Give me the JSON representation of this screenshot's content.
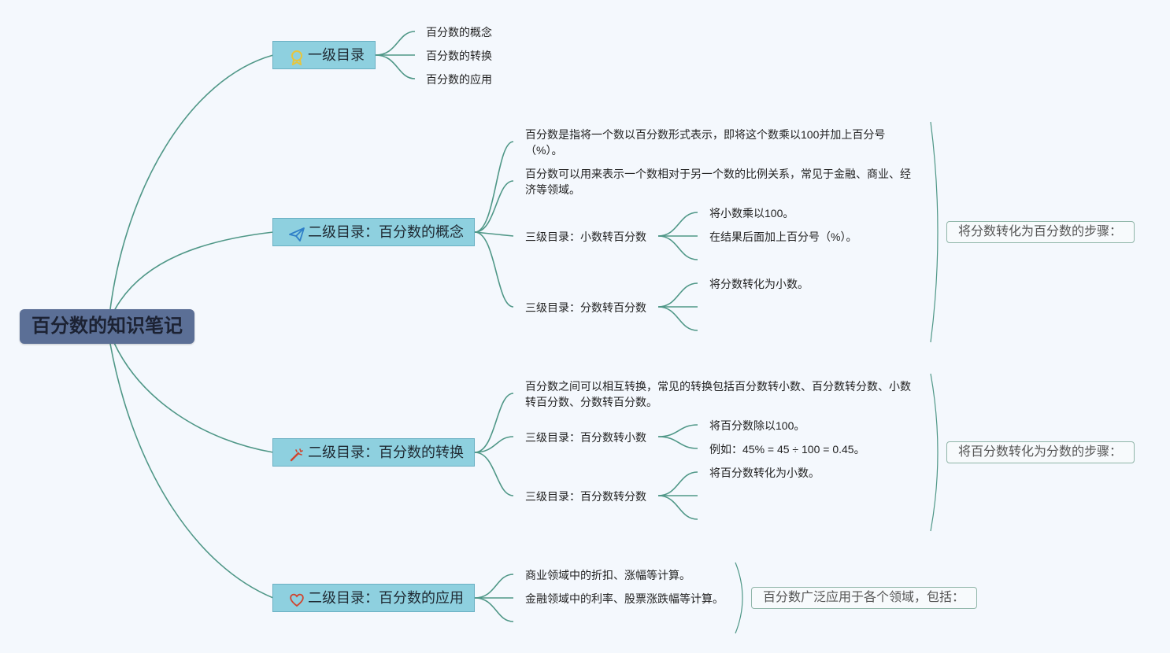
{
  "root": {
    "title": "百分数的知识笔记"
  },
  "branch1": {
    "label": "一级目录",
    "icon": "medal-icon",
    "items": [
      "百分数的概念",
      "百分数的转换",
      "百分数的应用"
    ]
  },
  "branch2": {
    "label": "二级目录：百分数的概念",
    "icon": "paper-plane-icon",
    "desc1": "百分数是指将一个数以百分数形式表示，即将这个数乘以100并加上百分号（%）。",
    "desc2": "百分数可以用来表示一个数相对于另一个数的比例关系，常见于金融、商业、经济等领域。",
    "sub1": {
      "label": "三级目录：小数转百分数",
      "steps": [
        "将小数乘以100。",
        "在结果后面加上百分号（%）。"
      ]
    },
    "sub2": {
      "label": "三级目录：分数转百分数",
      "steps": [
        "将分数转化为小数。"
      ]
    },
    "summary": "将分数转化为百分数的步骤："
  },
  "branch3": {
    "label": "二级目录：百分数的转换",
    "icon": "magic-wand-icon",
    "desc1": "百分数之间可以相互转换，常见的转换包括百分数转小数、百分数转分数、小数转百分数、分数转百分数。",
    "sub1": {
      "label": "三级目录：百分数转小数",
      "steps": [
        "将百分数除以100。",
        "例如：45% = 45 ÷ 100 = 0.45。"
      ]
    },
    "sub2": {
      "label": "三级目录：百分数转分数",
      "steps": [
        "将百分数转化为小数。"
      ]
    },
    "summary": "将百分数转化为分数的步骤："
  },
  "branch4": {
    "label": "二级目录：百分数的应用",
    "icon": "heart-icon",
    "items": [
      "商业领域中的折扣、涨幅等计算。",
      "金融领域中的利率、股票涨跌幅等计算。"
    ],
    "summary": "百分数广泛应用于各个领域，包括："
  },
  "colors": {
    "line": "#4f9787",
    "root_bg": "#5b6f96",
    "node_bg": "#8ed0df"
  }
}
